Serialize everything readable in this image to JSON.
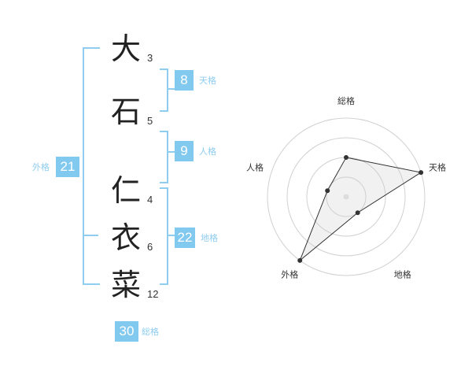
{
  "name": {
    "chars": [
      {
        "char": "大",
        "strokes": "3"
      },
      {
        "char": "石",
        "strokes": "5"
      },
      {
        "char": "仁",
        "strokes": "4"
      },
      {
        "char": "衣",
        "strokes": "6"
      },
      {
        "char": "菜",
        "strokes": "12"
      }
    ]
  },
  "kaku": {
    "ten": {
      "value": "8",
      "label": "天格"
    },
    "jin": {
      "value": "9",
      "label": "人格"
    },
    "chi": {
      "value": "22",
      "label": "地格"
    },
    "gai": {
      "value": "21",
      "label": "外格"
    },
    "sou": {
      "value": "30",
      "label": "総格"
    }
  },
  "colors": {
    "accent": "#82c9ef",
    "bracket": "#8ecdf0"
  },
  "chart_data": {
    "type": "radar",
    "axes": [
      "総格",
      "天格",
      "地格",
      "外格",
      "人格"
    ],
    "values": [
      2,
      4,
      1,
      4,
      1
    ],
    "max": 4,
    "rings": 4
  }
}
